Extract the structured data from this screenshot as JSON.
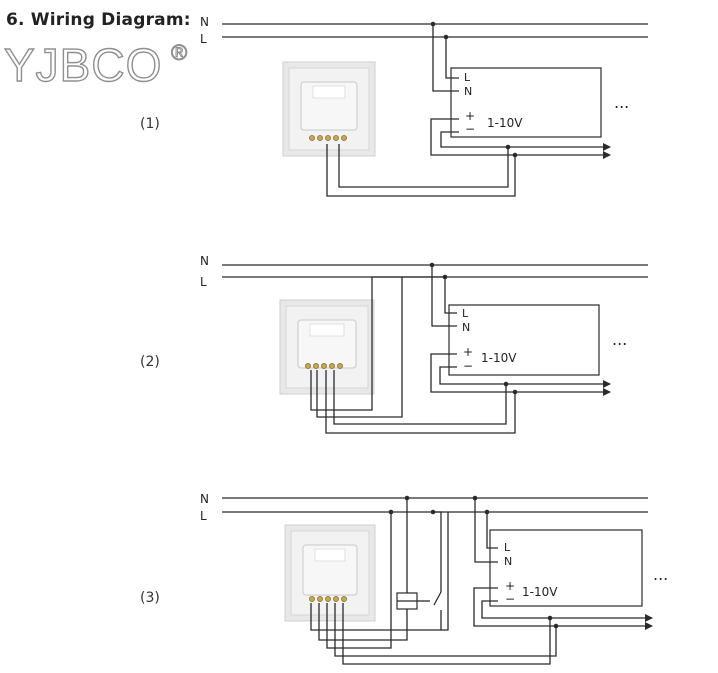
{
  "title": "6. Wiring Diagram:",
  "logo": {
    "text": "YJBCO",
    "mark": "®"
  },
  "lines": {
    "neutral": "N",
    "live": "L"
  },
  "driver": {
    "live_terminal": "L",
    "neutral_terminal": "N",
    "plus": "+",
    "minus": "−",
    "dim_label": "1-10V",
    "more": "..."
  },
  "diagrams": [
    {
      "label": "(1)"
    },
    {
      "label": "(2)"
    },
    {
      "label": "(3)"
    }
  ],
  "colors": {
    "wire": "#2b2b2b",
    "panel": "#e8e8e8",
    "module": "#f7f7f7",
    "logo_outline": "#8f8f8f"
  }
}
